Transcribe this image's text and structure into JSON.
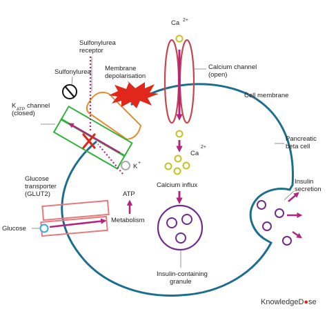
{
  "colors": {
    "membrane": "#1b6f8c",
    "katp_channel": "#2db33a",
    "sulfonylurea_receptor": "#e88b2e",
    "calcium_channel": "#c9444b",
    "glut2": "#e7787c",
    "flow_arrow": "#b3247f",
    "calcium_ion": "#c8c31c",
    "insulin_granule": "#6f2a8e",
    "glucose": "#37a9d6",
    "potassium_ion": "#a9a9a9",
    "depolarisation": "#e1261c",
    "inhibition_cross": "#e1261c"
  },
  "labels": {
    "ca_top": "Ca",
    "ca_top_charge": "2+",
    "ca_mid": "Ca",
    "ca_mid_charge": "2+",
    "sulfonylurea_receptor_line1": "Sulfonylurea",
    "sulfonylurea_receptor_line2": "receptor",
    "sulfonylurea": "Sulfonylurea",
    "membrane_depol_line1": "Membrane",
    "membrane_depol_line2": "depolarisation",
    "calcium_channel_line1": "Calcium channel",
    "calcium_channel_line2": "(open)",
    "cell_membrane": "Cell membrane",
    "katp_main": "K",
    "katp_sub": "ATP",
    "katp_rest": " channel",
    "katp_line2": "(closed)",
    "potassium": "K",
    "potassium_charge": "+",
    "pancreatic_line1": "Pancreatic",
    "pancreatic_line2": "beta cell",
    "glut_line1": "Glucose",
    "glut_line2": "transporter",
    "glut_line3": "(GLUT2)",
    "atp": "ATP",
    "calcium_influx": "Calcium influx",
    "insulin_secretion_line1": "Insulin",
    "insulin_secretion_line2": "secretion",
    "metabolism": "Metabolism",
    "glucose": "Glucose",
    "granule_line1": "Insulin-containing",
    "granule_line2": "granule",
    "brand_a": "Knowledge",
    "brand_b": "D",
    "brand_c": "se"
  },
  "icons": {
    "drug_symbol": "no-entry-circle-icon",
    "block_mark": "red-x-icon",
    "depolarisation": "lightning-burst-icon"
  }
}
